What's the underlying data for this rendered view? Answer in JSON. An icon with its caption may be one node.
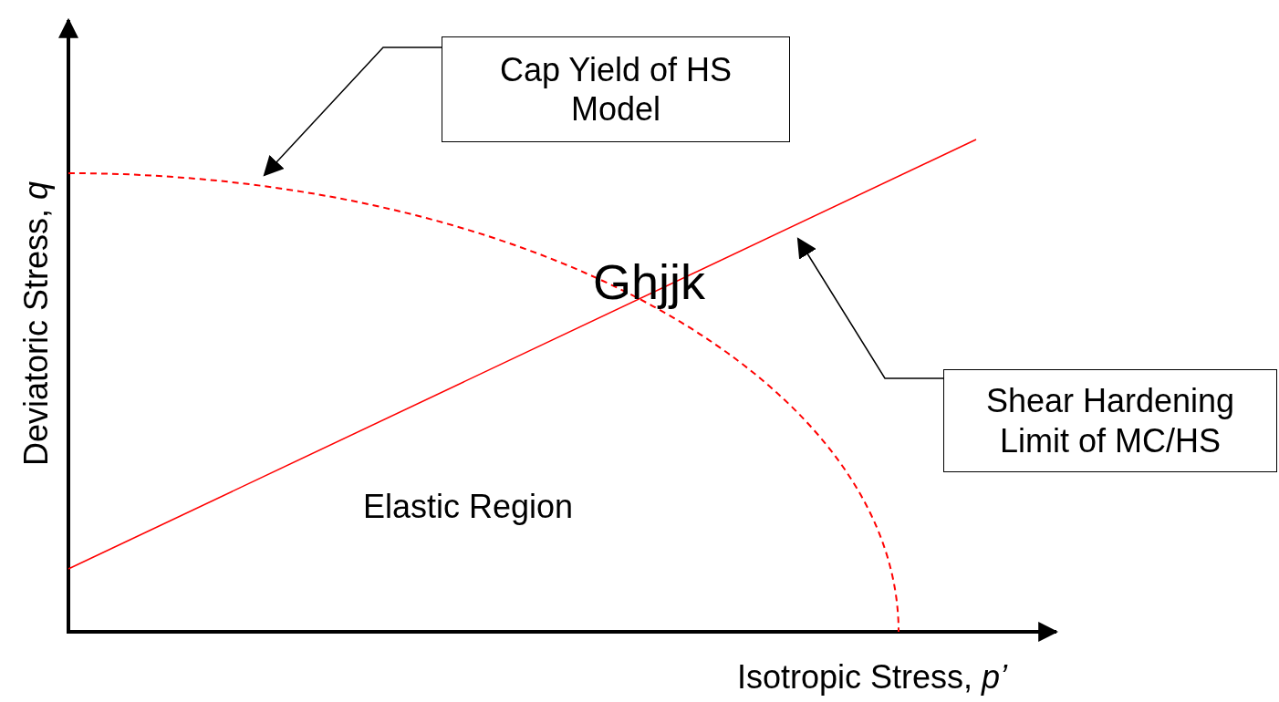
{
  "diagram": {
    "nodes": [
      {
        "text": [
          "Cap Yield of HS Model"
        ]
      },
      {
        "text": [],
        "shape": "curve"
      },
      {
        "text": [
          "Shear Hardening Limit of MC/HS"
        ]
      },
      {
        "text": [],
        "shape": "line"
      }
    ],
    "edges": [
      {
        "from": 0,
        "to": 1,
        "arrow": "to"
      },
      {
        "from": 2,
        "to": 3,
        "arrow": "to"
      }
    ],
    "labels": [
      "Ghjjk",
      "Elastic Region",
      "Deviatoric Stress, *q*",
      "Isotropic Stress, *p’*"
    ]
  }
}
